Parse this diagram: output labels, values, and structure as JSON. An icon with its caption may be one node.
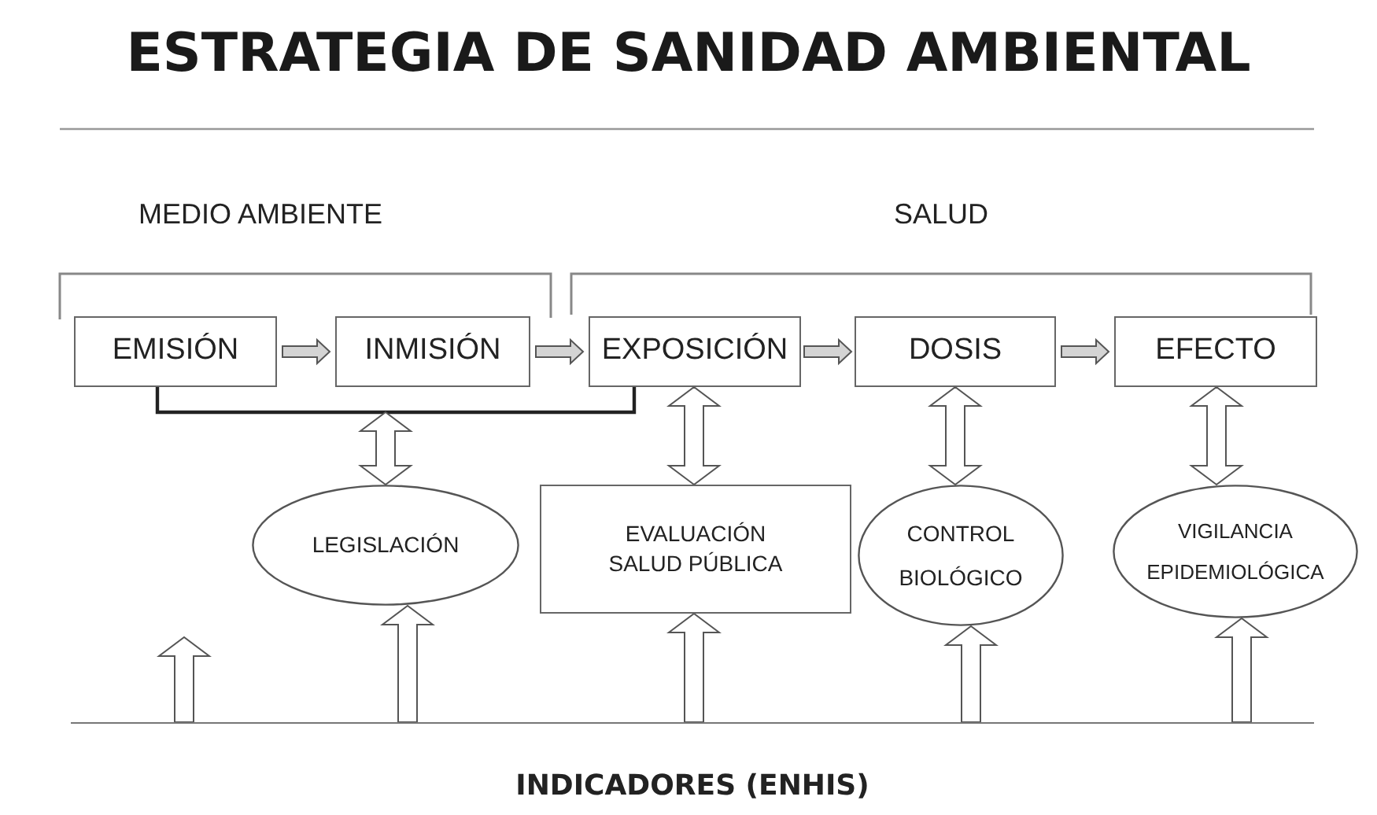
{
  "diagram": {
    "title": "ESTRATEGIA DE SANIDAD AMBIENTAL",
    "nodes": [
      {
        "text": [
          "EMISIÓN"
        ]
      },
      {
        "text": [
          "INMISIÓN"
        ]
      },
      {
        "text": [
          "EXPOSICIÓN"
        ]
      },
      {
        "text": [
          "DOSIS"
        ]
      },
      {
        "text": [
          "EFECTO"
        ]
      },
      {
        "text": [
          "LEGISLACIÓN"
        ]
      },
      {
        "text": [
          "EVALUACIÓN SALUD PÚBLICA"
        ]
      },
      {
        "text": [
          "CONTROL BIOLÓGICO"
        ]
      },
      {
        "text": [
          "VIGILANCIA EPIDEMIOLÓGICA"
        ]
      },
      {
        "text": [
          "INDICADORES (ENHIS)"
        ]
      }
    ],
    "edges": [
      {
        "from": 0,
        "to": 1,
        "arrow": "to"
      },
      {
        "from": 1,
        "to": 2,
        "arrow": "to"
      },
      {
        "from": 2,
        "to": 3,
        "arrow": "to"
      },
      {
        "from": 3,
        "to": 4,
        "arrow": "to"
      },
      {
        "from": 0,
        "to": 2,
        "arrow": "none"
      },
      {
        "from": 5,
        "to": null,
        "arrow": "both"
      },
      {
        "from": 6,
        "to": 2,
        "arrow": "both"
      },
      {
        "from": 7,
        "to": 3,
        "arrow": "both"
      },
      {
        "from": 8,
        "to": 4,
        "arrow": "both"
      },
      {
        "from": 9,
        "to": null,
        "arrow": "to"
      },
      {
        "from": 9,
        "to": 5,
        "arrow": "to"
      },
      {
        "from": 9,
        "to": 6,
        "arrow": "to"
      },
      {
        "from": 9,
        "to": 7,
        "arrow": "to"
      },
      {
        "from": 9,
        "to": 8,
        "arrow": "to"
      }
    ],
    "labels": [
      "MEDIO AMBIENTE",
      "SALUD"
    ]
  }
}
